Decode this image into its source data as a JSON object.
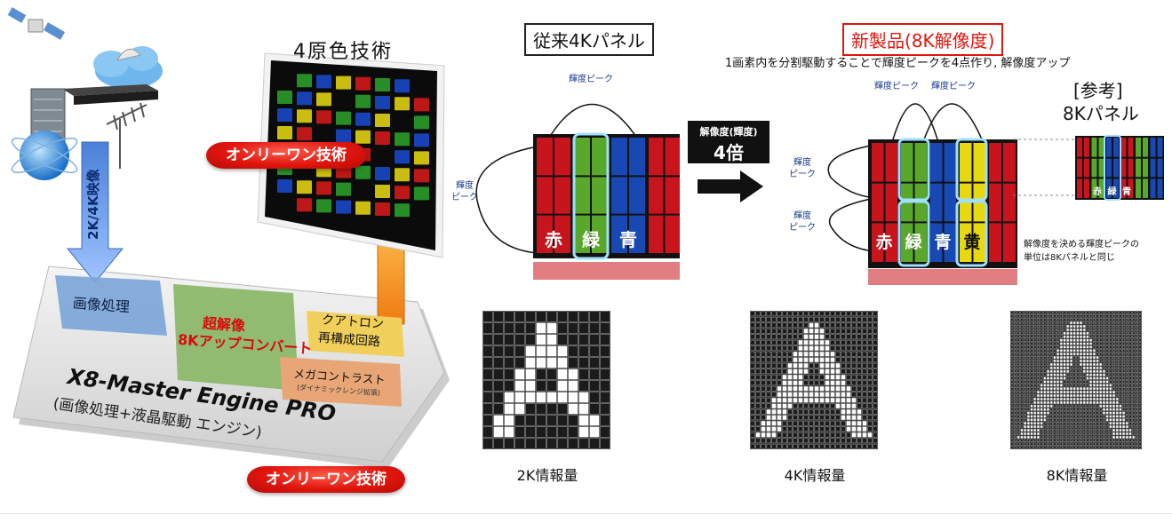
{
  "left": {
    "title": "4原色技術",
    "only_one_top": "オンリーワン技術",
    "only_one_bottom": "オンリーワン技術",
    "arrow_label": "2K/4K映像",
    "engine": {
      "image_processing": "画像処理",
      "super_resolution_1": "超解像",
      "super_resolution_2": "8Kアップコンバート",
      "quattron_1": "クアトロン",
      "quattron_2": "再構成回路",
      "mega_contrast": "メガコントラスト",
      "mega_contrast_sub": "(ダイナミックレンジ拡張)",
      "name": "X8-Master Engine PRO",
      "subtitle": "(画像処理+液晶駆動 エンジン)"
    }
  },
  "conventional": {
    "label": "従来4Kパネル",
    "peak_top": "輝度ピーク",
    "peak_side": "輝度\nピーク",
    "subpixels": [
      "赤",
      "緑",
      "青"
    ]
  },
  "middle_arrow": {
    "line1": "解像度(輝度)",
    "line2": "4倍"
  },
  "new_product": {
    "label": "新製品(8K解像度)",
    "description": "1画素内を分割駆動することで輝度ピークを4点作り, 解像度アップ",
    "peak_top_1": "輝度ピーク",
    "peak_top_2": "輝度ピーク",
    "peak_side_1": "輝度\nピーク",
    "peak_side_2": "輝度\nピーク",
    "subpixels": [
      "赤",
      "緑",
      "青",
      "黄"
    ],
    "note": "解像度を決める輝度ピークの\n単位は8Kパネルと同じ"
  },
  "reference": {
    "label_1": "[参考]",
    "label_2": "8Kパネル",
    "subpixels": [
      "赤",
      "緑",
      "青"
    ]
  },
  "resolution_examples": [
    {
      "caption": "2K情報量"
    },
    {
      "caption": "4K情報量"
    },
    {
      "caption": "8K情報量"
    }
  ],
  "colors": {
    "red_pill": "#e0160e",
    "panel_red": "#c8141c",
    "panel_green": "#5aa82a",
    "panel_blue": "#1848b4",
    "panel_yellow": "#e8d810",
    "highlight": "#9ee0ff"
  }
}
